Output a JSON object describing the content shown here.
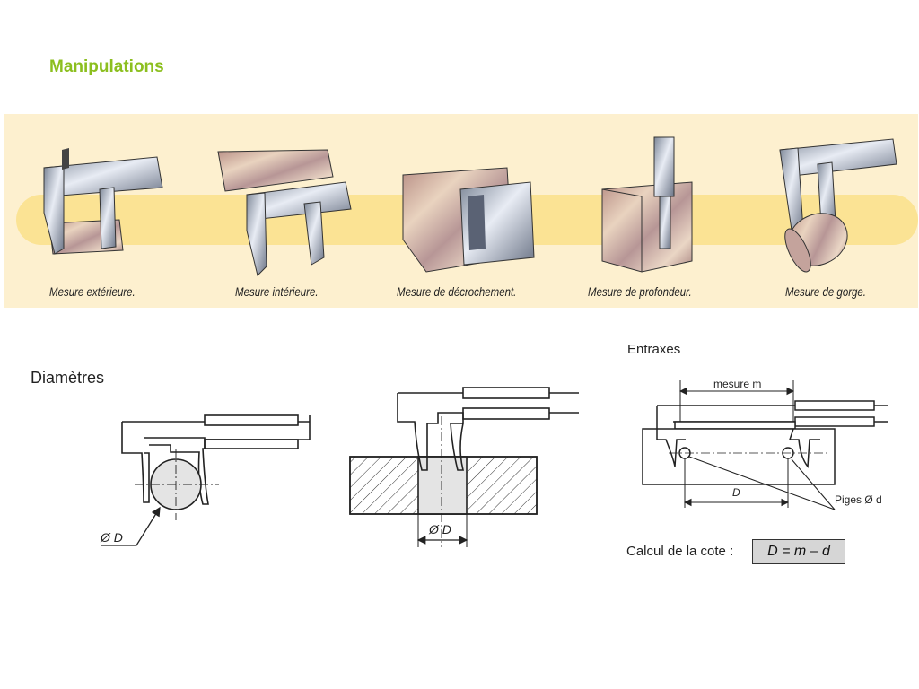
{
  "title": "Manipulations",
  "banner": {
    "captions": [
      "Mesure extérieure.",
      "Mesure intérieure.",
      "Mesure de décrochement.",
      "Mesure de profondeur.",
      "Mesure de gorge."
    ]
  },
  "diametres": {
    "label": "Diamètres",
    "dim1": "Ø D",
    "dim2": "Ø D"
  },
  "entraxes": {
    "label": "Entraxes",
    "mesure": "mesure m",
    "dim": "D",
    "piges": "Piges Ø d",
    "calc_label": "Calcul de la cote :",
    "formula": "D = m – d"
  },
  "colors": {
    "title": "#8cbf1f",
    "banner": "#fdf0cf",
    "band": "#fbe394",
    "steel": "#aab4c8",
    "wood": "#c9a9a0"
  }
}
